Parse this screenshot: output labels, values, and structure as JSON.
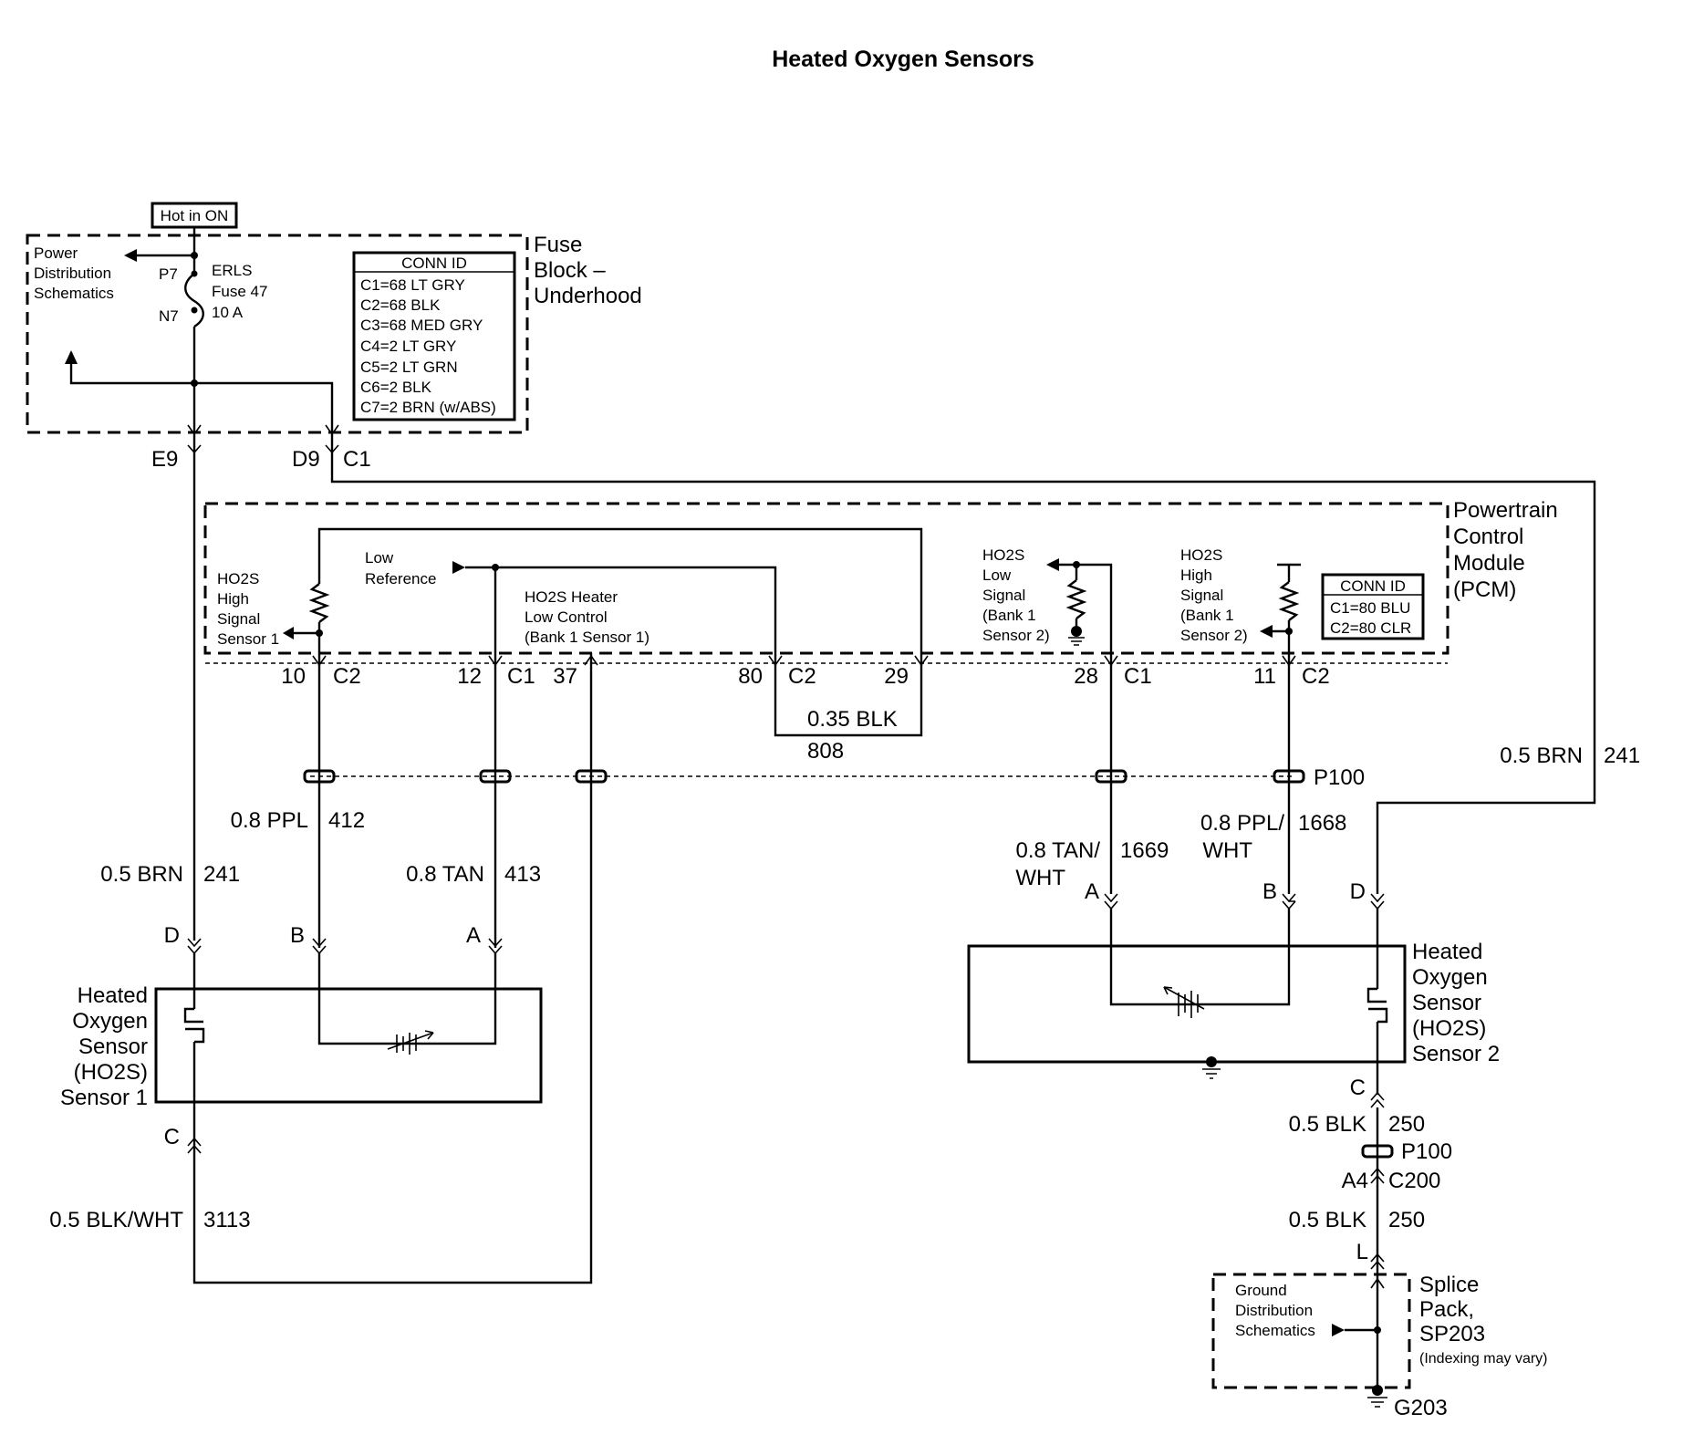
{
  "title": "Heated Oxygen Sensors",
  "hot_label": "Hot in ON",
  "fuse_block": {
    "name": [
      "Fuse",
      "Block –",
      "Underhood"
    ],
    "power_dist": [
      "Power",
      "Distribution",
      "Schematics"
    ],
    "fuse_name": [
      "ERLS",
      "Fuse 47",
      "10 A"
    ],
    "pin_p7": "P7",
    "pin_n7": "N7",
    "conn_id_title": "CONN ID",
    "conn_id_rows": [
      "C1=68 LT GRY",
      "C2=68 BLK",
      "C3=68 MED GRY",
      "C4=2 LT GRY",
      "C5=2 LT GRN",
      "C6=2 BLK",
      "C7=2 BRN (w/ABS)"
    ],
    "out_e9": "E9",
    "out_d9": "D9",
    "out_c1": "C1"
  },
  "pcm": {
    "name": [
      "Powertrain",
      "Control",
      "Module",
      "(PCM)"
    ],
    "hs1": [
      "HO2S",
      "High",
      "Signal",
      "Sensor 1"
    ],
    "low_ref": [
      "Low",
      "Reference"
    ],
    "heater_ctrl": [
      "HO2S Heater",
      "Low Control",
      "(Bank 1 Sensor 1)"
    ],
    "ls2": [
      "HO2S",
      "Low",
      "Signal",
      "(Bank 1",
      "Sensor 2)"
    ],
    "hs2": [
      "HO2S",
      "High",
      "Signal",
      "(Bank 1",
      "Sensor 2)"
    ],
    "conn_id_title": "CONN ID",
    "conn_id_rows": [
      "C1=80 BLU",
      "C2=80 CLR"
    ],
    "pins": {
      "p10": "10",
      "p10c": "C2",
      "p12": "12",
      "p12c": "C1",
      "p37": "37",
      "p80": "80",
      "p80c": "C2",
      "p29": "29",
      "p28": "28",
      "p28c": "C1",
      "p11": "11",
      "p11c": "C2"
    }
  },
  "wires": {
    "jumper_gauge": "0.35 BLK",
    "jumper_circuit": "808",
    "ppl_gauge": "0.8 PPL",
    "ppl_circuit": "412",
    "tan_gauge": "0.8 TAN",
    "tan_circuit": "413",
    "brn_left_gauge": "0.5 BRN",
    "brn_left_circuit": "241",
    "brn_right_gauge": "0.5 BRN",
    "brn_right_circuit": "241",
    "tanwht_gauge": [
      "0.8 TAN/",
      "WHT"
    ],
    "tanwht_circuit": "1669",
    "pplwht_gauge": [
      "0.8 PPL/",
      "WHT"
    ],
    "pplwht_circuit": "1668",
    "blkwht_gauge": "0.5 BLK/WHT",
    "blkwht_circuit": "3113",
    "blk_upper_gauge": "0.5 BLK",
    "blk_upper_circuit": "250",
    "blk_lower_gauge": "0.5 BLK",
    "blk_lower_circuit": "250"
  },
  "inline_connector": "P100",
  "sensor1": {
    "name": [
      "Heated",
      "Oxygen",
      "Sensor",
      "(HO2S)",
      "Sensor 1"
    ],
    "pin_d": "D",
    "pin_b": "B",
    "pin_a": "A",
    "pin_c": "C"
  },
  "sensor2": {
    "name": [
      "Heated",
      "Oxygen",
      "Sensor",
      "(HO2S)",
      "Sensor 2"
    ],
    "pin_a": "A",
    "pin_b": "B",
    "pin_d": "D",
    "pin_c": "C"
  },
  "ground_path": {
    "p100": "P100",
    "pin_a4": "A4",
    "c200": "C200",
    "pin_l": "L",
    "splice_name": [
      "Splice",
      "Pack,",
      "SP203"
    ],
    "splice_note": "(Indexing may vary)",
    "ground_dist": [
      "Ground",
      "Distribution",
      "Schematics"
    ],
    "ground": "G203"
  }
}
